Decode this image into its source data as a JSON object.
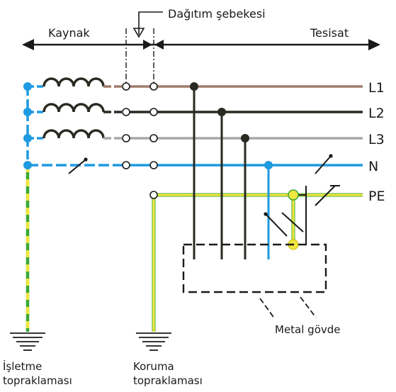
{
  "labels": {
    "distribution": "Dağıtım şebekesi",
    "source": "Kaynak",
    "installation": "Tesisat",
    "l1": "L1",
    "l2": "L2",
    "l3": "L3",
    "n": "N",
    "pe": "PE",
    "metal_body": "Metal gövde",
    "operating_earth_1": "İşletme",
    "operating_earth_2": "topraklaması",
    "protective_earth_1": "Koruma",
    "protective_earth_2": "topraklaması"
  },
  "colors": {
    "l1": "#a07a6a",
    "l2": "#2a2a22",
    "l3": "#a8a8a8",
    "neutral": "#1e9ae0",
    "pe_yellow": "#f0e640",
    "pe_green": "#3aa836",
    "ink": "#1a1a1a"
  }
}
